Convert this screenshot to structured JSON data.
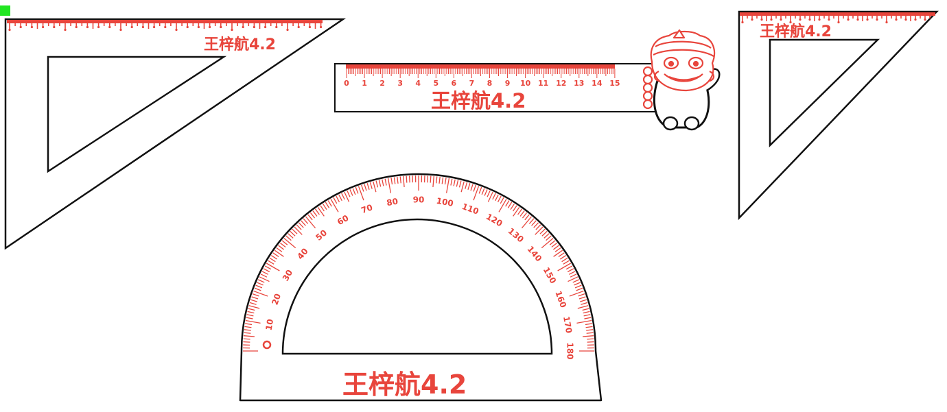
{
  "brand_text": "王梓航4.2",
  "accent_color": "#e8453c",
  "outline_color": "#111111",
  "ruler": {
    "labels": [
      "0",
      "1",
      "2",
      "3",
      "4",
      "5",
      "6",
      "7",
      "8",
      "9",
      "10",
      "11",
      "12",
      "13",
      "14",
      "15"
    ]
  },
  "protractor": {
    "labels": [
      "0",
      "10",
      "20",
      "30",
      "40",
      "50",
      "60",
      "70",
      "80",
      "90",
      "100",
      "110",
      "120",
      "130",
      "140",
      "150",
      "160",
      "170",
      "180"
    ]
  },
  "icons": {
    "lion": "lion-dance-mascot-icon",
    "marker": "green-square-marker"
  }
}
